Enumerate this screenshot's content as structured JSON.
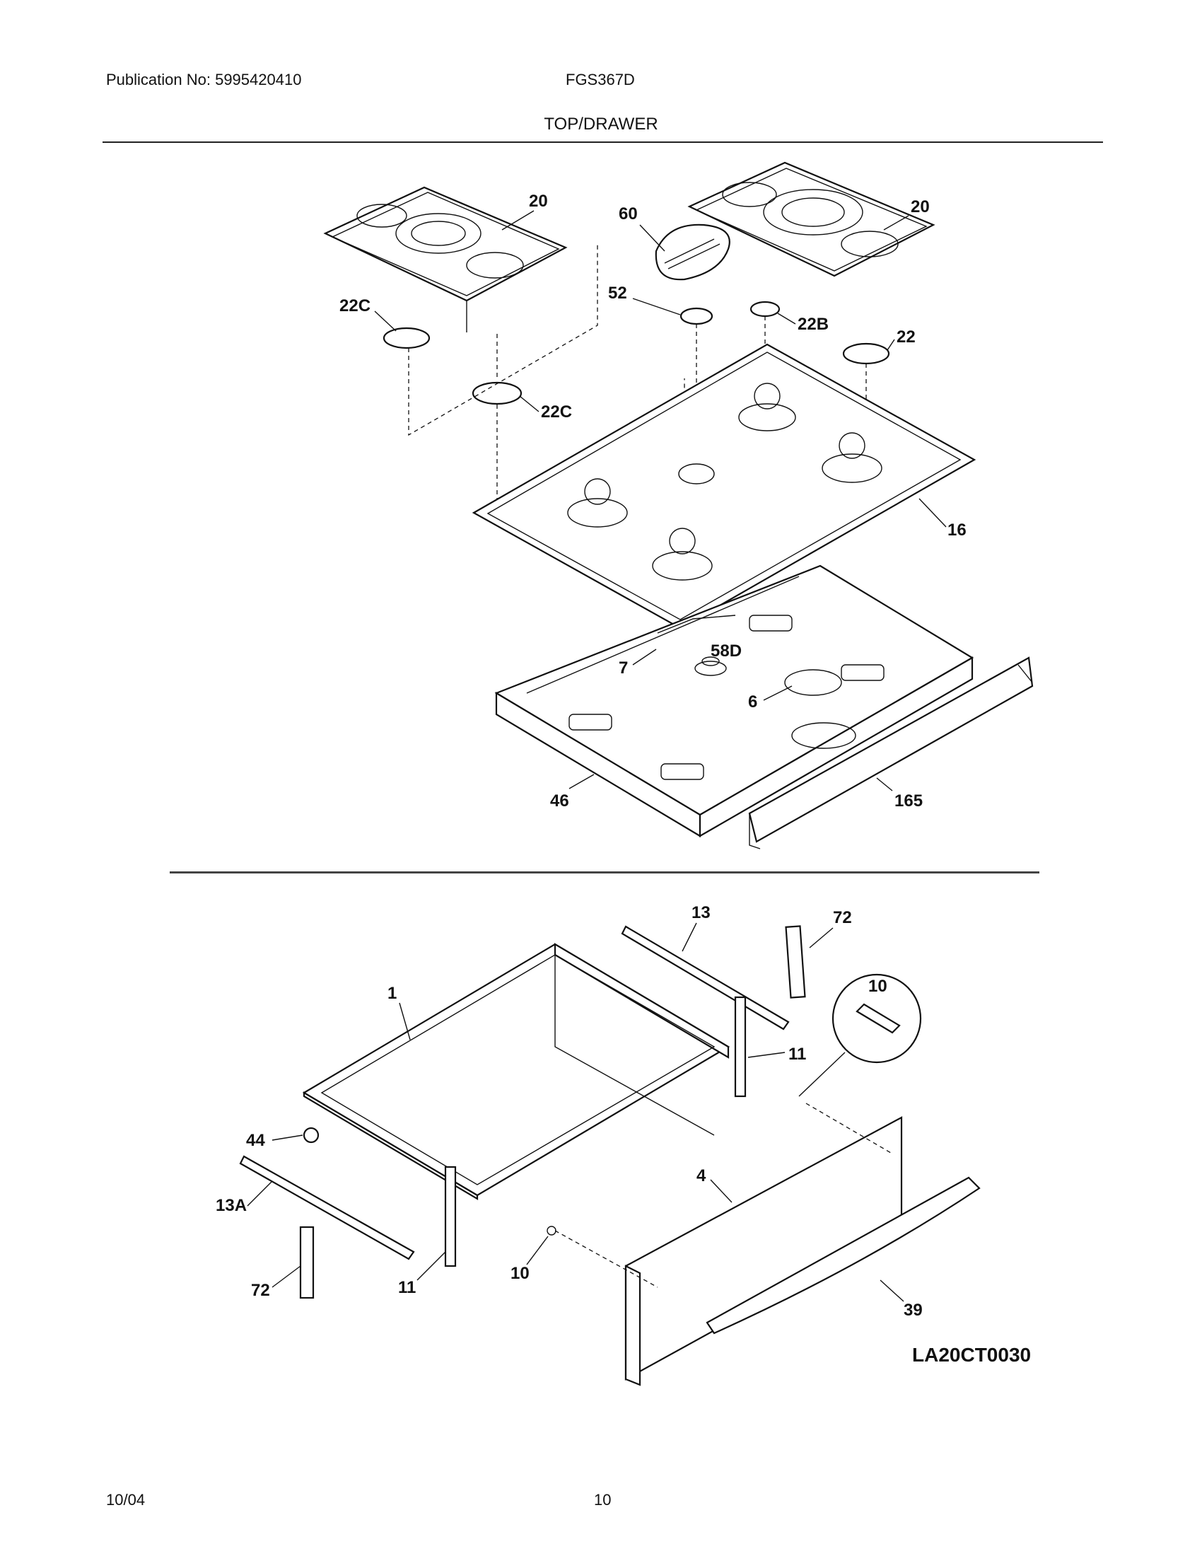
{
  "header": {
    "publication": "Publication No: 5995420410",
    "model": "FGS367D",
    "section_title": "TOP/DRAWER"
  },
  "footer": {
    "date": "10/04",
    "page_number": "10"
  },
  "diagram": {
    "reference_code": "LA20CT0030",
    "top_callouts": [
      "20",
      "22C",
      "22C",
      "60",
      "52",
      "20",
      "22B",
      "22",
      "16",
      "7",
      "58D",
      "6",
      "46",
      "165"
    ],
    "bottom_callouts": [
      "13",
      "72",
      "10",
      "1",
      "11",
      "44",
      "13A",
      "72",
      "11",
      "10",
      "4",
      "39"
    ]
  }
}
